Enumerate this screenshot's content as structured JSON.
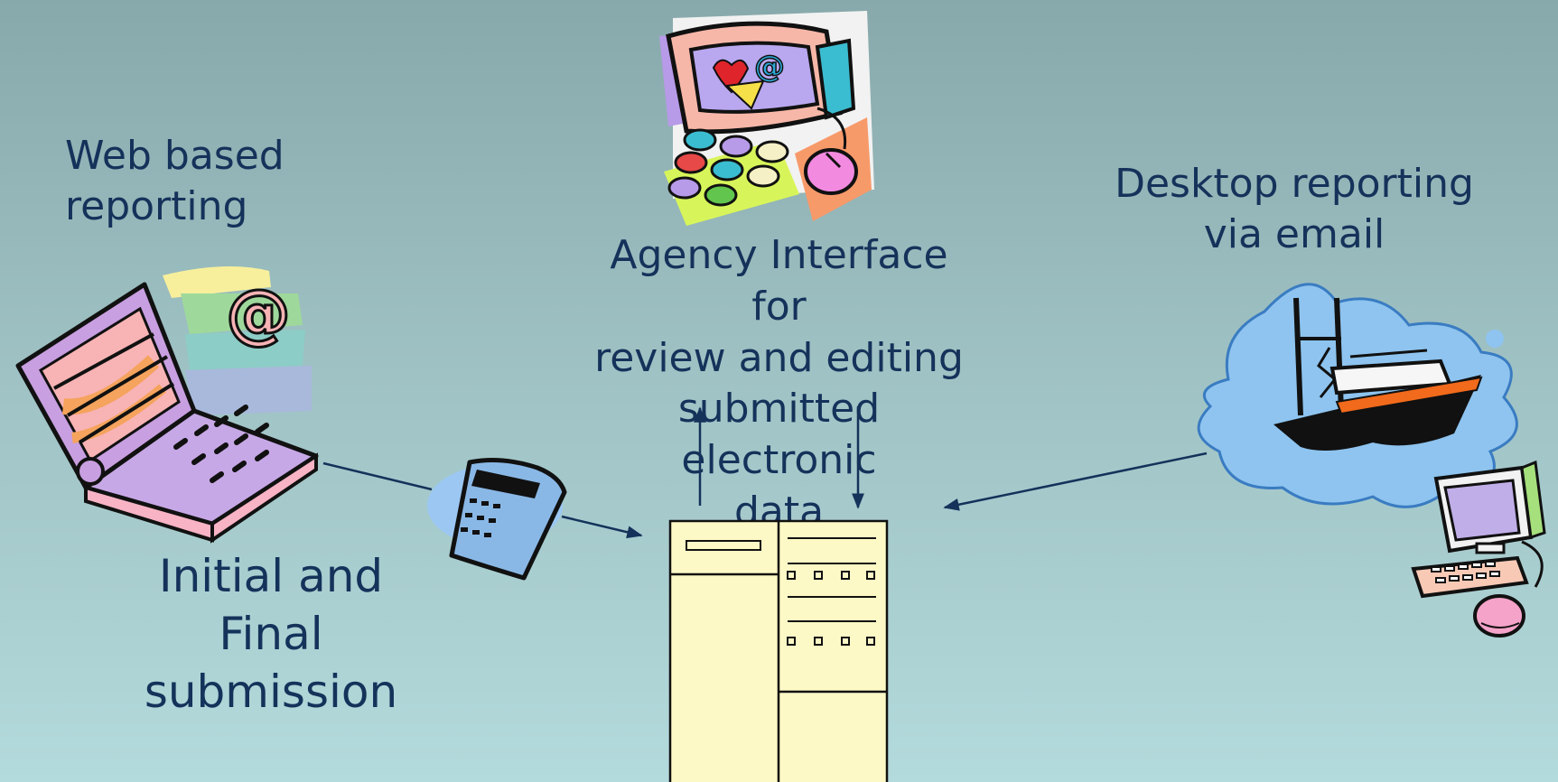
{
  "labels": {
    "web_reporting": [
      "Web based",
      "reporting"
    ],
    "desktop_reporting": [
      "Desktop reporting",
      "via email"
    ],
    "agency_interface": [
      "Agency Interface for",
      "review and editing",
      "submitted electronic",
      "data"
    ],
    "initial_final": [
      "Initial and",
      "Final",
      "submission"
    ]
  },
  "colors": {
    "text": "#14325a",
    "server_fill": "#fdf9c6",
    "arrow": "#14325a"
  },
  "icons": [
    "laptop-email-icon",
    "document-icon",
    "computer-keyboard-icon",
    "ship-icon",
    "desktop-computer-icon",
    "server-icon"
  ]
}
